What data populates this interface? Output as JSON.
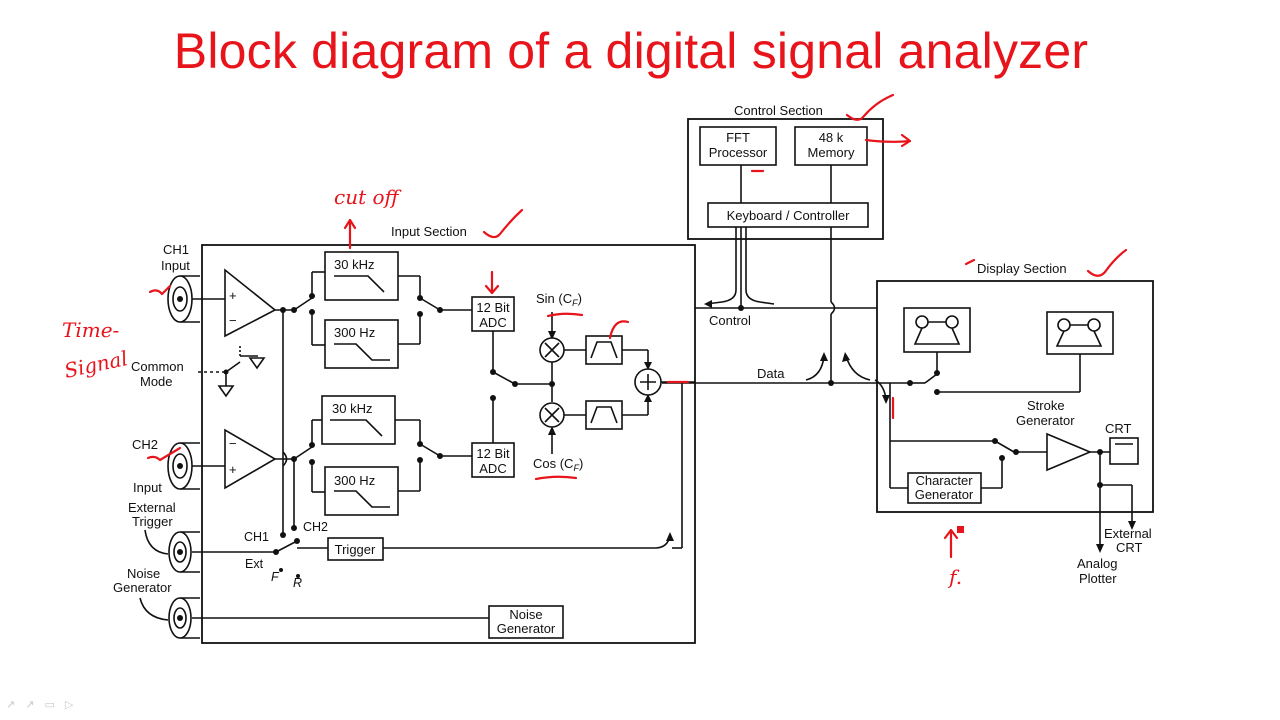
{
  "title": "Block diagram of a digital signal analyzer",
  "sections": {
    "control": "Control Section",
    "input": "Input Section",
    "display": "Display Section"
  },
  "blocks": {
    "fft_1": "FFT",
    "fft_2": "Processor",
    "mem_1": "48 k",
    "mem_2": "Memory",
    "keyboard": "Keyboard / Controller",
    "lp30_top": "30 kHz",
    "lp300_top": "300 Hz",
    "lp30_bot": "30 kHz",
    "lp300_bot": "300 Hz",
    "adc_top_1": "12 Bit",
    "adc_top_2": "ADC",
    "adc_bot_1": "12 Bit",
    "adc_bot_2": "ADC",
    "trigger": "Trigger",
    "noise_1": "Noise",
    "noise_2": "Generator",
    "char_1": "Character",
    "char_2": "Generator",
    "crt": "CRT"
  },
  "labels": {
    "ch1_1": "CH1",
    "ch1_2": "Input",
    "common_1": "Common",
    "common_2": "Mode",
    "ch2_1": "CH2",
    "ch2_2": "Input",
    "ext_1": "External",
    "ext_2": "Trigger",
    "noise_in_1": "Noise",
    "noise_in_2": "Generator",
    "sw_ch1": "CH1",
    "sw_ch2": "CH2",
    "sw_ext": "Ext",
    "sw_f": "F",
    "sw_r": "R",
    "sin": "Sin (C",
    "sin_sub": "F",
    "cos": "Cos (C",
    "cos_sub": "F",
    "close_paren": ")",
    "control": "Control",
    "data": "Data",
    "stroke_1": "Stroke",
    "stroke_2": "Generator",
    "ext_crt_1": "External",
    "ext_crt_2": "CRT",
    "plotter_1": "Analog",
    "plotter_2": "Plotter",
    "plus": "+",
    "minus": "−"
  },
  "annotations": {
    "cutoff": "cut off",
    "time_1": "Time-",
    "time_2": "Signal",
    "f_note": "f."
  },
  "toolbar": [
    "↗",
    "↗",
    "▭",
    "▷"
  ]
}
